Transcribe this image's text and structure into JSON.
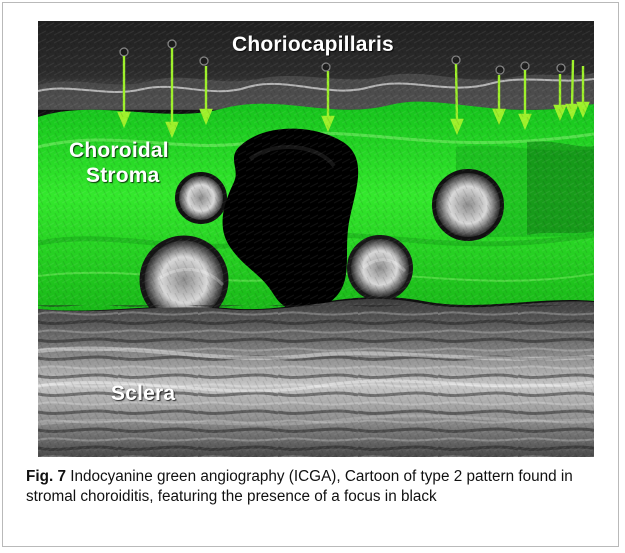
{
  "figure": {
    "labels": {
      "choriocapillaris": "Choriocapillaris",
      "choroidal": "Choroidal",
      "stroma": "Stroma",
      "sclera": "Sclera"
    },
    "caption": {
      "label": "Fig. 7",
      "text": "Indocyanine green angiography (ICGA), Cartoon of type 2 pattern found in stromal choroiditis, featuring the presence of a focus in black"
    },
    "colors": {
      "background": "#ffffff",
      "illustration_dark": "#111111",
      "stroma_green": "#2bdc22",
      "arrow_green": "#9df02a",
      "focus_black": "#000000",
      "sclera_gray": "#d7d7d7"
    },
    "arrow_count": 10
  }
}
